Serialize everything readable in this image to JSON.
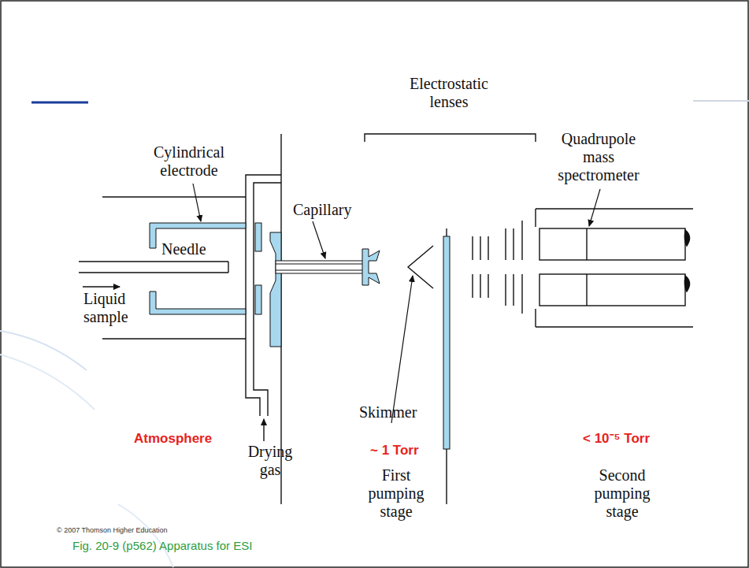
{
  "diagram": {
    "caption": "Fig. 20-9 (p562) Apparatus for ESI",
    "labels": [
      "Electrostatic lenses",
      "Quadrupole mass spectrometer",
      "Cylindrical electrode",
      "Capillary",
      "Needle",
      "Liquid sample",
      "Atmosphere",
      "Skimmer",
      "~ 1 Torr",
      "< 10⁻⁵ Torr",
      "Drying gas",
      "First pumping stage",
      "Second pumping stage",
      "© 2007 Thomson Higher Education"
    ]
  }
}
